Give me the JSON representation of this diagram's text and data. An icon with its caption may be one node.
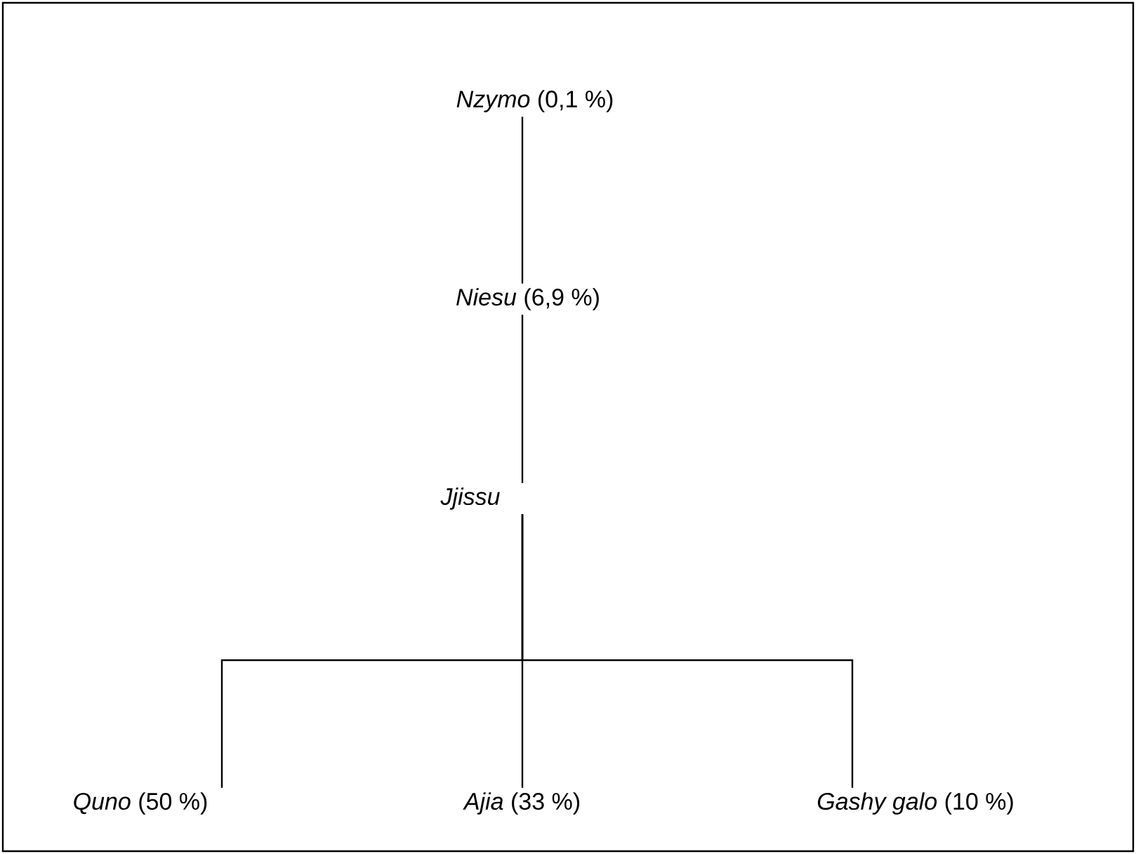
{
  "diagram": {
    "nodes": [
      {
        "text": [
          "*Nzymo* (0,1 %)"
        ]
      },
      {
        "text": [
          "*Niesu* (6,9 %)"
        ]
      },
      {
        "text": [
          "*Jjissu*"
        ]
      },
      {
        "text": [
          "*Quno* (50 %)"
        ]
      },
      {
        "text": [
          "*Ajia* (33 %)"
        ]
      },
      {
        "text": [
          "*Gashy galo* (10 %)"
        ]
      }
    ],
    "edges": [
      {
        "from": 0,
        "to": 1,
        "arrow": "none"
      },
      {
        "from": 1,
        "to": 2,
        "arrow": "none"
      },
      {
        "from": 2,
        "to": 3,
        "arrow": "none"
      },
      {
        "from": 2,
        "to": 4,
        "arrow": "none"
      },
      {
        "from": 2,
        "to": 5,
        "arrow": "none"
      }
    ]
  }
}
